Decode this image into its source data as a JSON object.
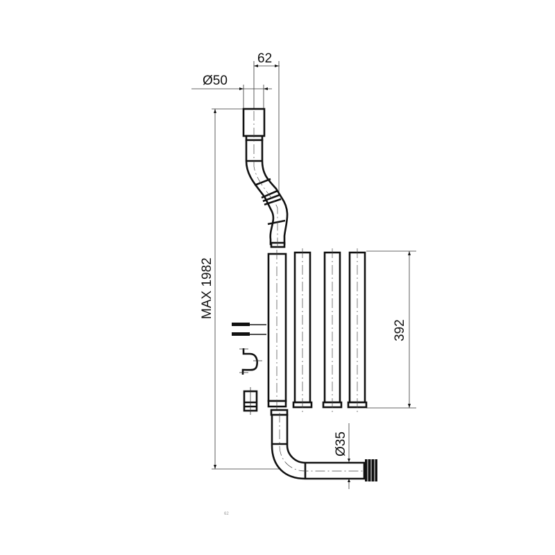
{
  "dimensions": {
    "top_offset": "62",
    "top_diameter": "Ø50",
    "max_height": "MAX 1982",
    "extension_length": "392",
    "outlet_diameter": "Ø35",
    "footer_mark": "62"
  },
  "colors": {
    "line": "#111111",
    "background": "#ffffff"
  }
}
